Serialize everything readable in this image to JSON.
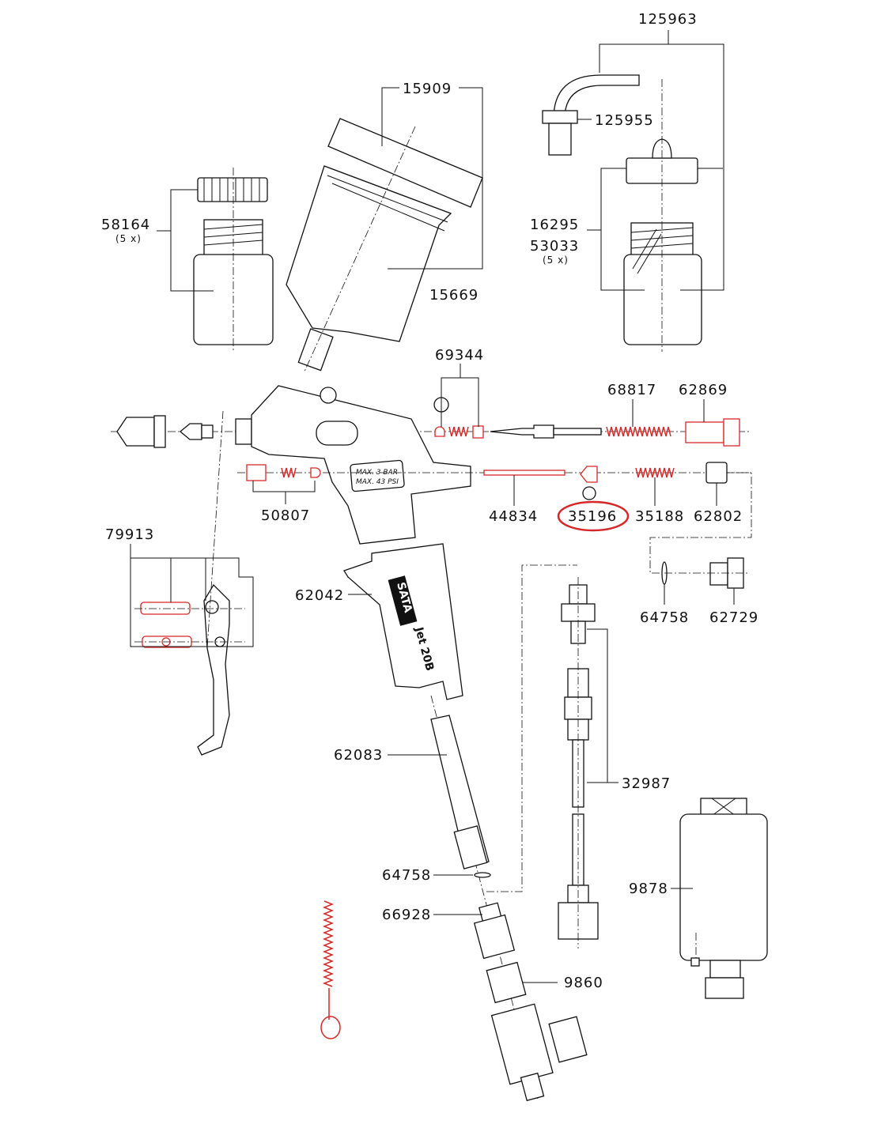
{
  "title": "SATA Jet 20B spare parts diagram",
  "accent_color": "#d62828",
  "highlighted_part": "35196",
  "parts": {
    "p125963": "125963",
    "p125955": "125955",
    "p15909": "15909",
    "p58164": "58164",
    "p58164_qty": "(5 x)",
    "p16295": "16295",
    "p53033": "53033",
    "p53033_qty": "(5 x)",
    "p15669": "15669",
    "p69344": "69344",
    "p68817": "68817",
    "p62869": "62869",
    "p50807": "50807",
    "p44834": "44834",
    "p35196": "35196",
    "p35188": "35188",
    "p62802": "62802",
    "p79913": "79913",
    "p62042": "62042",
    "p64758a": "64758",
    "p62729": "62729",
    "p62083": "62083",
    "p32987": "32987",
    "p9878": "9878",
    "p64758b": "64758",
    "p66928": "66928",
    "p9860": "9860"
  },
  "gun": {
    "max_bar": "MAX.   3  BAR",
    "max_psi": "MAX.  43 PSI",
    "brand": "SATA",
    "model": "Jet 20B"
  }
}
